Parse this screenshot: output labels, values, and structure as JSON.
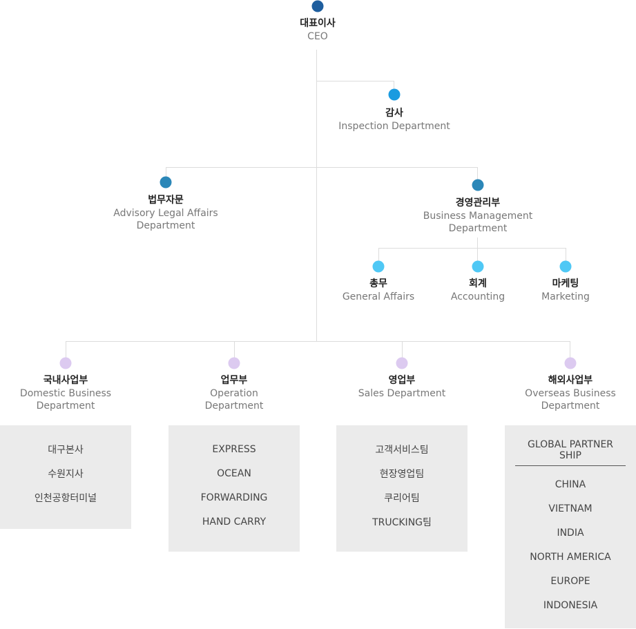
{
  "colors": {
    "ceo_dot": "#1e5e9e",
    "inspection_dot": "#1a9be0",
    "level2_dot": "#2b87b8",
    "sub_dot": "#4fc8f5",
    "dept_dot": "#dccaf0",
    "line": "#dcdcdc",
    "box_bg": "#ebebeb"
  },
  "ceo": {
    "kr": "대표이사",
    "en": "CEO"
  },
  "inspection": {
    "kr": "감사",
    "en": "Inspection Department"
  },
  "legal": {
    "kr": "법무자문",
    "en1": "Advisory Legal Affairs",
    "en2": "Department"
  },
  "management": {
    "kr": "경영관리부",
    "en1": "Business Management",
    "en2": "Department"
  },
  "general": {
    "kr": "총무",
    "en": "General Affairs"
  },
  "accounting": {
    "kr": "회계",
    "en": "Accounting"
  },
  "marketing": {
    "kr": "마케팅",
    "en": "Marketing"
  },
  "domestic": {
    "kr": "국내사업부",
    "en1": "Domestic Business",
    "en2": "Department",
    "items": [
      "대구본사",
      "수원지사",
      "인천공항터미널"
    ]
  },
  "operation": {
    "kr": "업무부",
    "en1": "Operation",
    "en2": "Department",
    "items": [
      "EXPRESS",
      "OCEAN",
      "FORWARDING",
      "HAND CARRY"
    ]
  },
  "sales": {
    "kr": "영업부",
    "en": "Sales Department",
    "items": [
      "고객서비스팀",
      "현장영업팀",
      "쿠리어팀",
      "TRUCKING팀"
    ]
  },
  "overseas": {
    "kr": "해외사업부",
    "en1": "Overseas Business",
    "en2": "Department",
    "partner": "GLOBAL PARTNER SHIP",
    "items": [
      "CHINA",
      "VIETNAM",
      "INDIA",
      "NORTH AMERICA",
      "EUROPE",
      "INDONESIA"
    ]
  }
}
